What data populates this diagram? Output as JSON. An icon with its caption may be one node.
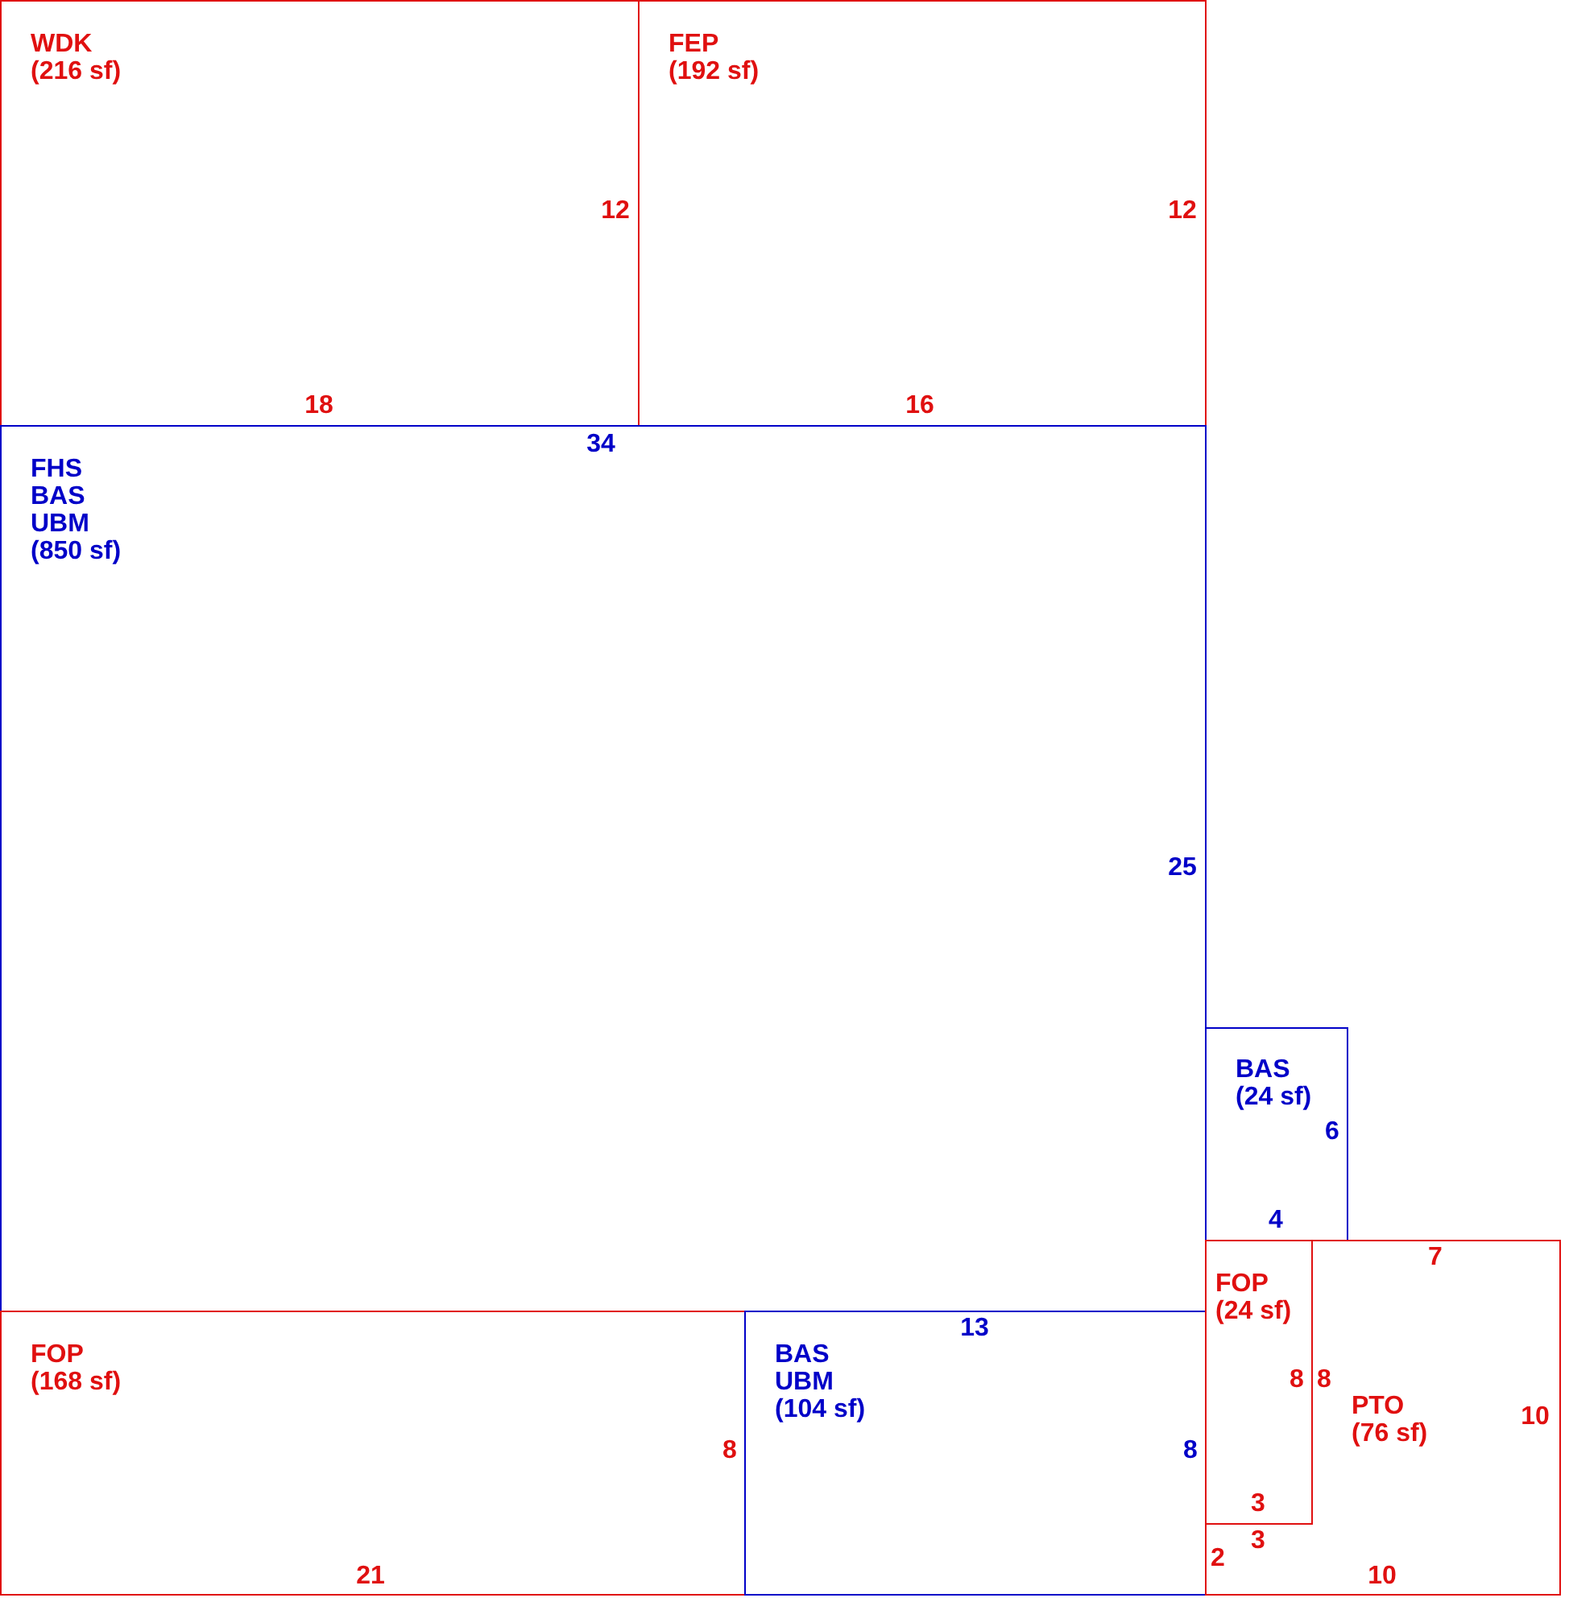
{
  "diagram": {
    "nodes": [
      {
        "text": [
          "WDK",
          "(216 sf)"
        ]
      },
      {
        "text": [
          "FEP",
          "(192 sf)"
        ]
      },
      {
        "text": [
          "FHS",
          "BAS",
          "UBM",
          "(850 sf)"
        ]
      },
      {
        "text": [
          "BAS",
          "(24 sf)"
        ]
      },
      {
        "text": [
          "FOP",
          "(168 sf)"
        ]
      },
      {
        "text": [
          "BAS",
          "UBM",
          "(104 sf)"
        ]
      },
      {
        "text": [
          "PTO",
          "(76 sf)"
        ]
      },
      {
        "text": [
          "FOP",
          "(24 sf)"
        ],
        "in": 6
      }
    ],
    "labels": [
      "12",
      "12",
      "18",
      "16",
      "34",
      "25",
      "6",
      "4",
      "7",
      "13",
      "8",
      "8",
      "10",
      "8",
      "8",
      "3",
      "3",
      "2",
      "21",
      "10"
    ]
  }
}
